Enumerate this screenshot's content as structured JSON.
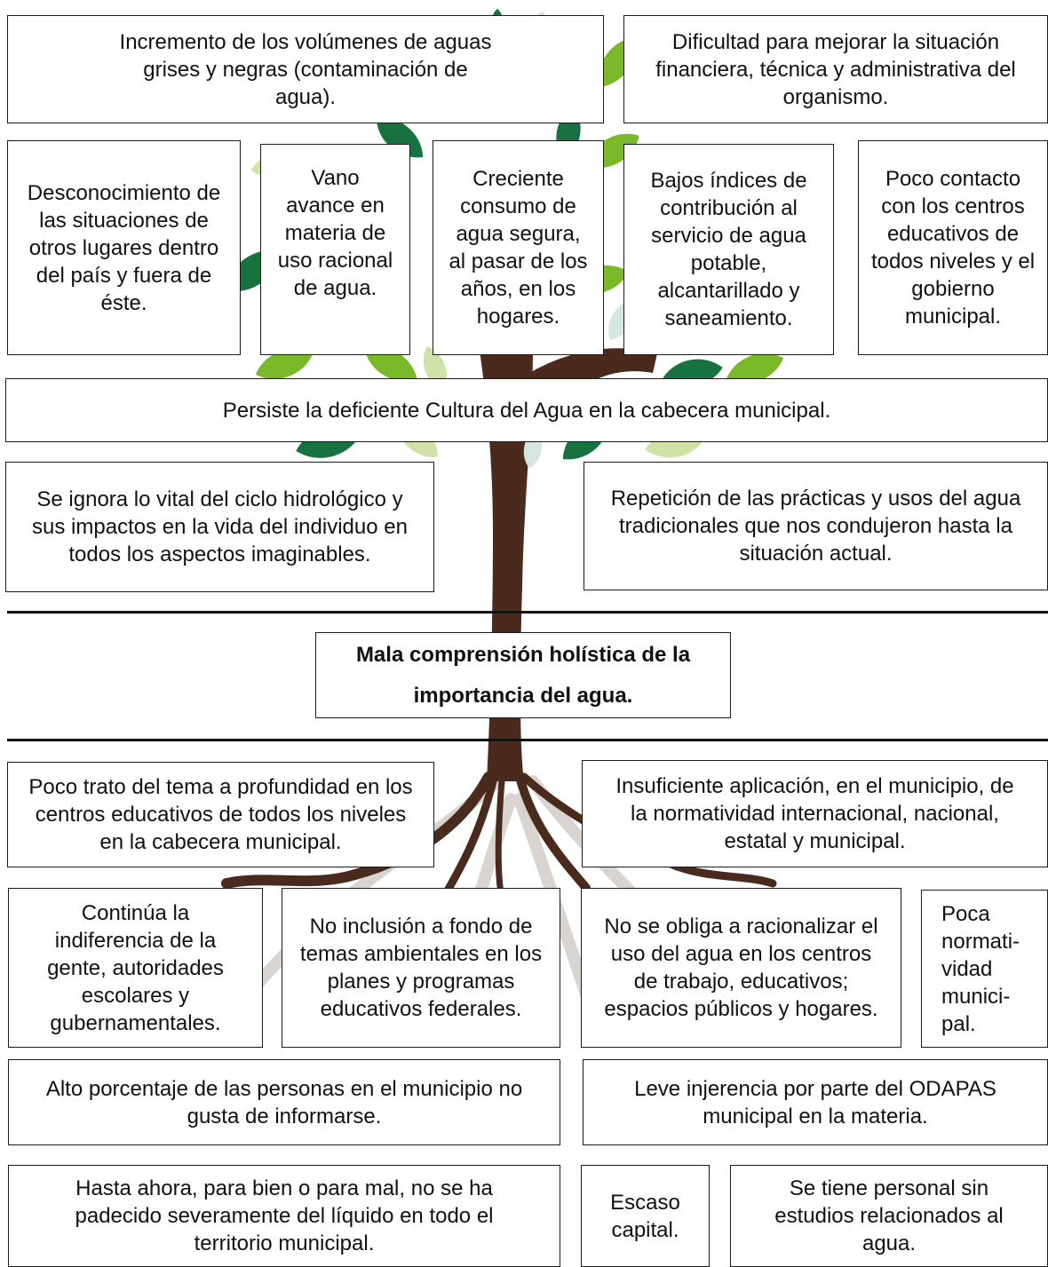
{
  "effects": {
    "top_left": "Incremento de los volúmenes de aguas grises y negras (contaminación de agua).",
    "top_right": "Dificultad para mejorar la situación financiera, técnica y administrativa del organismo.",
    "row2": [
      "Desconocimiento de las situaciones de otros lugares dentro del país y fuera de éste.",
      "Vano avance en materia de uso racional de agua.",
      "Creciente consumo de agua segura, al pasar de los años, en los hogares.",
      "Bajos índices de contribución al servicio de agua potable, alcantarillado y saneamiento.",
      "Poco contacto con los centros educativos de todos niveles y el gobierno municipal."
    ],
    "wide": "Persiste la deficiente Cultura del Agua en la cabecera municipal.",
    "left": "Se ignora lo vital del ciclo hidrológico y sus impactos en la vida del individuo en todos los aspectos imaginables.",
    "right": "Repetición de las prácticas y usos del agua tradicionales que nos condujeron hasta la situación actual."
  },
  "core_problem": "Mala comprensión holística de la importancia del agua.",
  "causes": {
    "row1_left": "Poco trato del tema a profundidad en los centros educativos de todos los niveles en la cabecera municipal.",
    "row1_right": "Insuficiente aplicación, en el municipio, de la normatividad internacional, nacional, estatal y municipal.",
    "row2": [
      "Continúa la indiferencia de la gente, autoridades escolares y gubernamentales.",
      "No inclusión a fondo de temas ambientales en los planes y programas educativos federales.",
      "No se obliga a racionalizar el uso del agua en los centros de trabajo, educativos; espacios públicos y hogares.",
      "Poca normati-vidad munici-pal."
    ],
    "row3_left": "Alto porcentaje de las personas en el municipio no gusta de informarse.",
    "row3_right": "Leve injerencia por parte del ODAPAS municipal en la materia.",
    "row4": [
      "Hasta ahora, para bien o para mal, no se ha padecido severamente del líquido en todo el territorio municipal.",
      "Escaso capital.",
      "Se tiene personal sin estudios relacionados al agua."
    ]
  },
  "colors": {
    "trunk": "#4a2a1c",
    "leaf_dark": "#17723f",
    "leaf_mid": "#7ab929",
    "leaf_light": "#cfe3a8",
    "leaf_pale": "#d3e6df",
    "root_ghost": "#d9d4d0"
  }
}
